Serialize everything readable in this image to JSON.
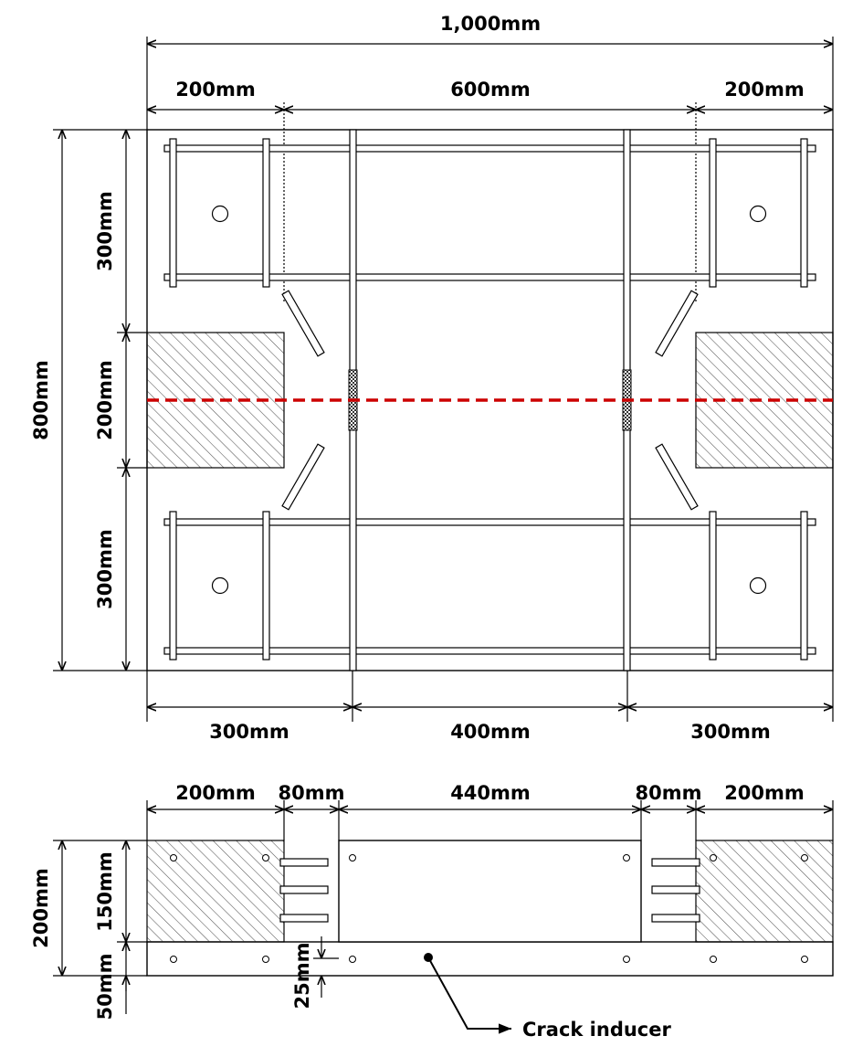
{
  "plan_view": {
    "dims_top": {
      "overall": "1,000mm",
      "left": "200mm",
      "middle": "600mm",
      "right": "200mm"
    },
    "dims_left": {
      "overall": "800mm",
      "top": "300mm",
      "middle": "200mm",
      "bottom": "300mm"
    },
    "dims_bottom": {
      "left": "300mm",
      "middle": "400mm",
      "right": "300mm"
    },
    "crack_line_color": "#cc0000"
  },
  "section_view": {
    "dims_top": {
      "left": "200mm",
      "gap_left": "80mm",
      "middle": "440mm",
      "gap_right": "80mm",
      "right": "200mm"
    },
    "dims_left": {
      "overall": "200mm",
      "upper": "150mm",
      "lower": "50mm",
      "inducer": "25mm"
    },
    "annotation": "Crack inducer"
  }
}
